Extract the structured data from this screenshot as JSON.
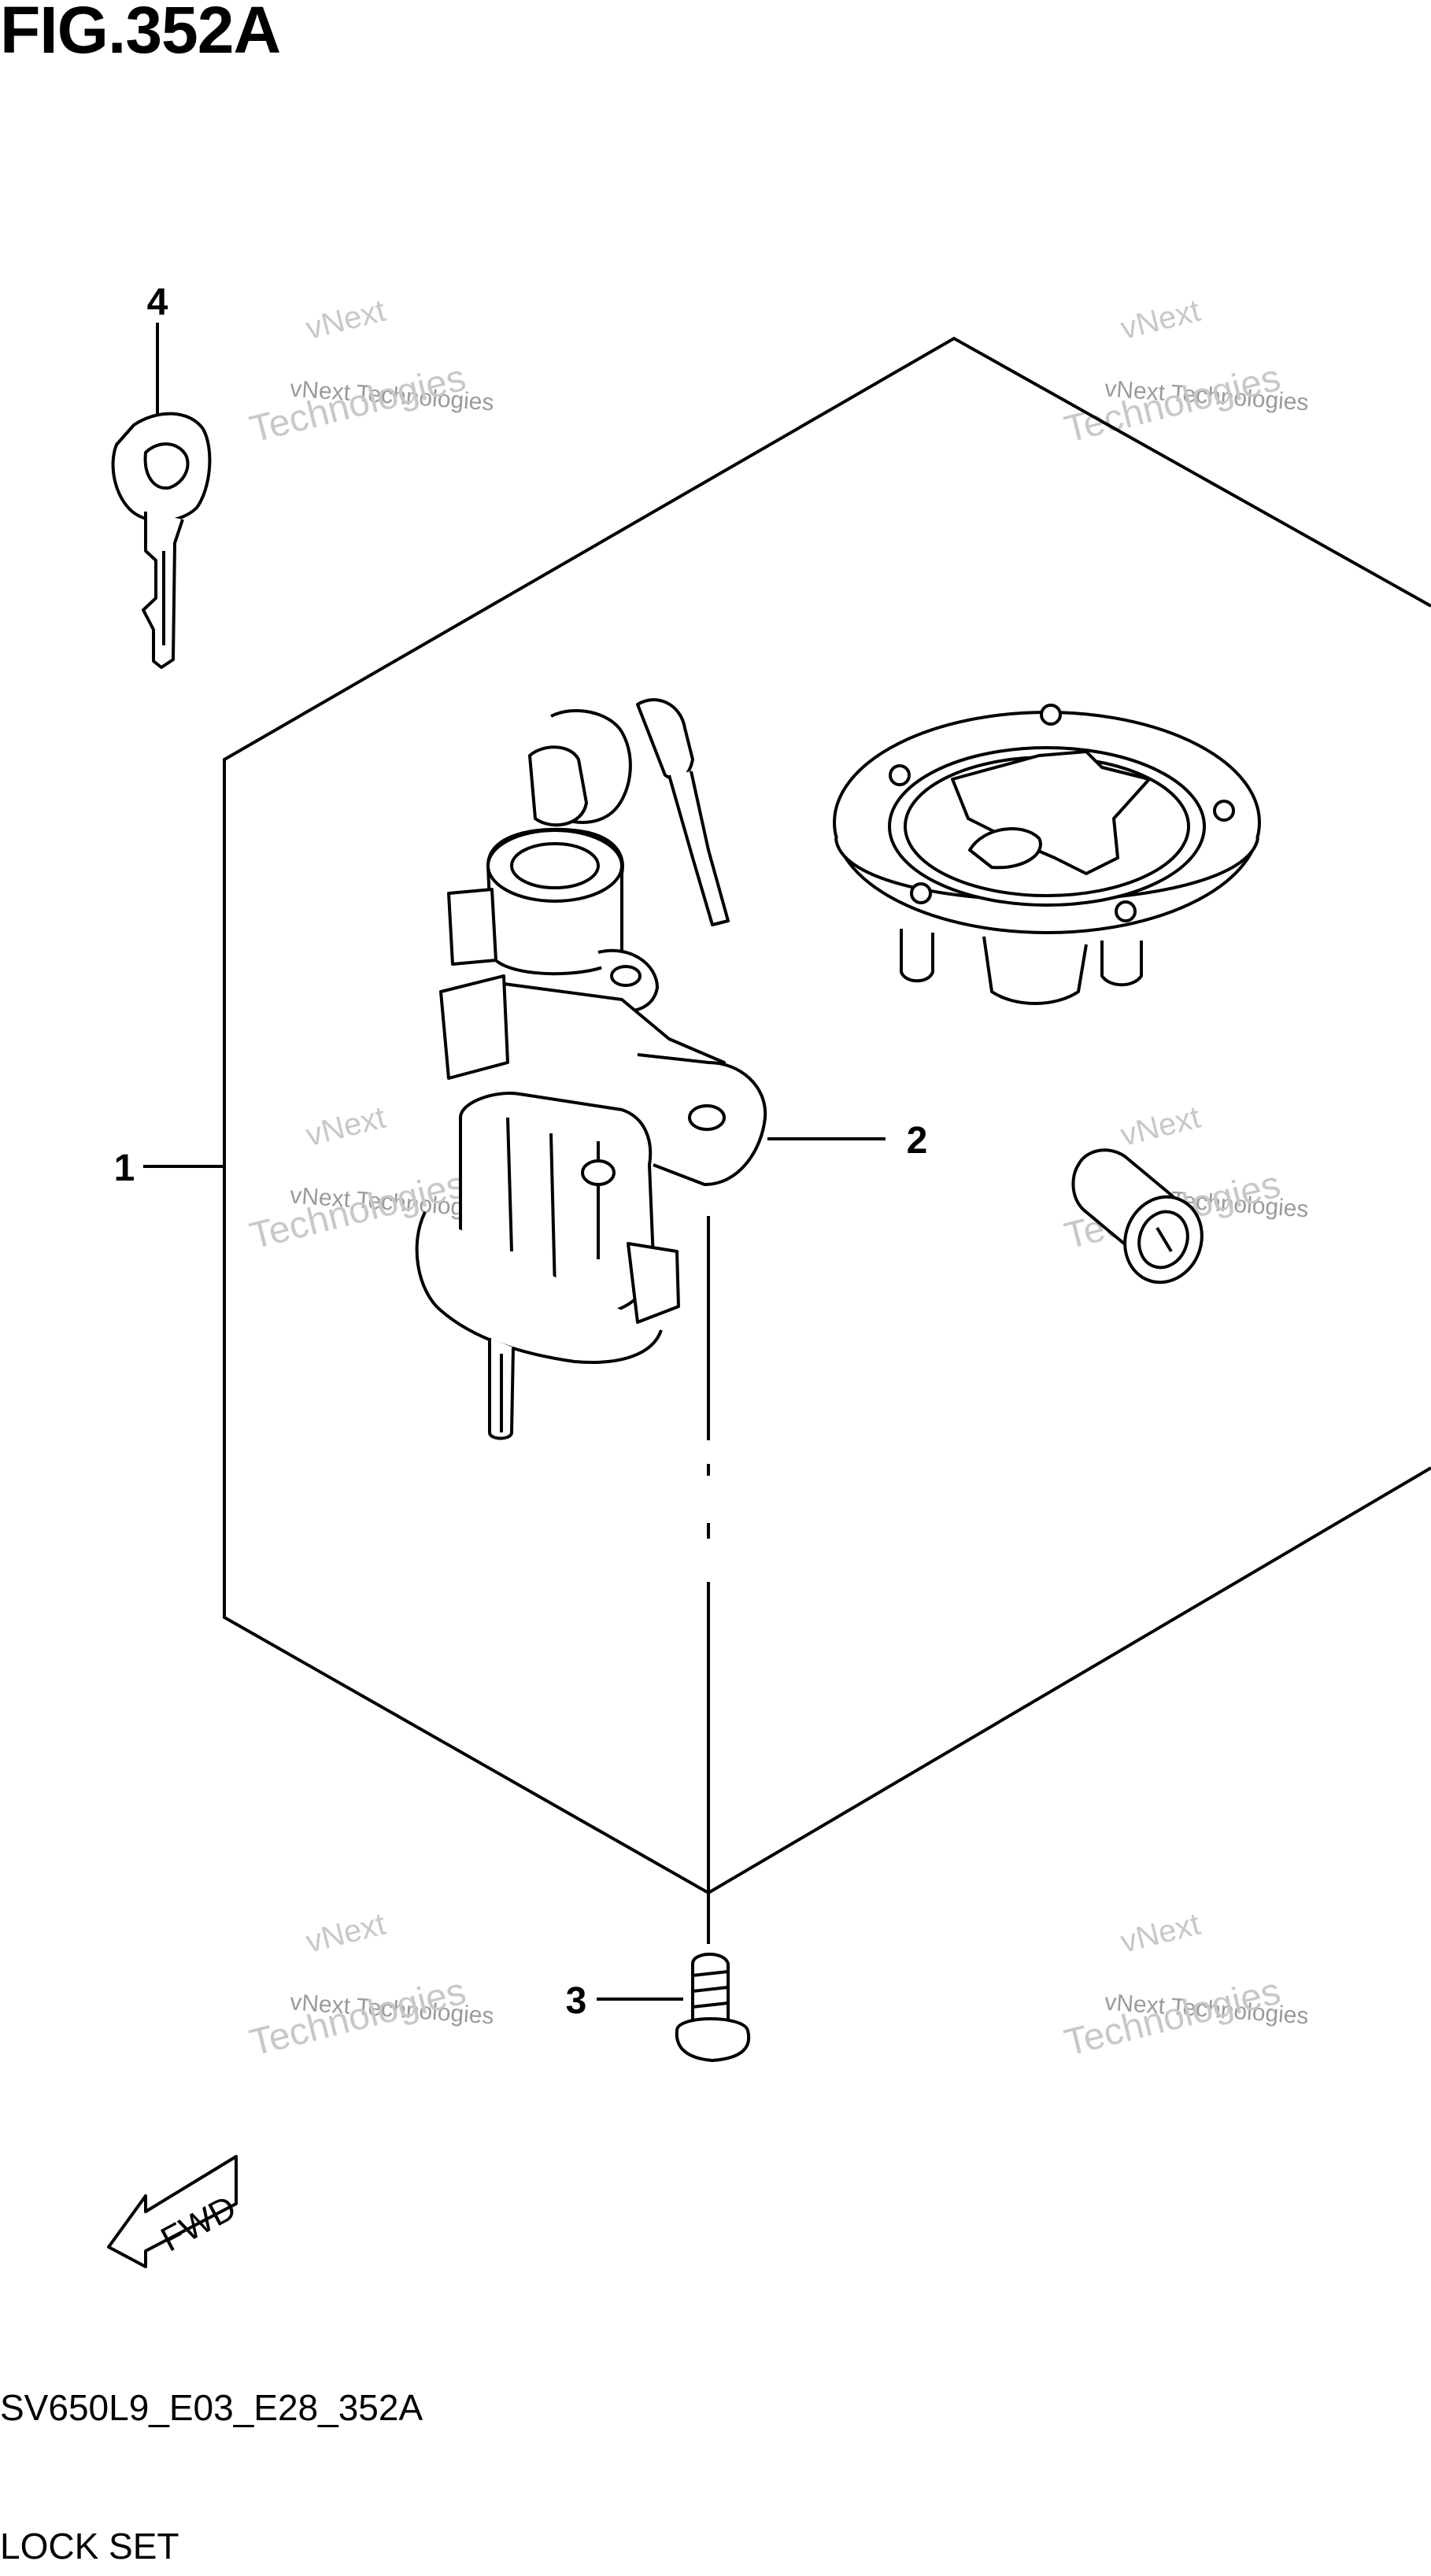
{
  "figure": {
    "title": "FIG.352A",
    "code": "SV650L9_E03_E28_352A",
    "caption": "LOCK SET"
  },
  "callouts": [
    {
      "number": "1"
    },
    {
      "number": "2"
    },
    {
      "number": "3"
    },
    {
      "number": "4"
    }
  ],
  "fwd_label": "FWD",
  "watermark": {
    "line1": "vNext",
    "line2": "vNext Technologies",
    "line3": "Technologies"
  },
  "colors": {
    "ink": "#000000",
    "watermark": "#c8c8c8"
  }
}
